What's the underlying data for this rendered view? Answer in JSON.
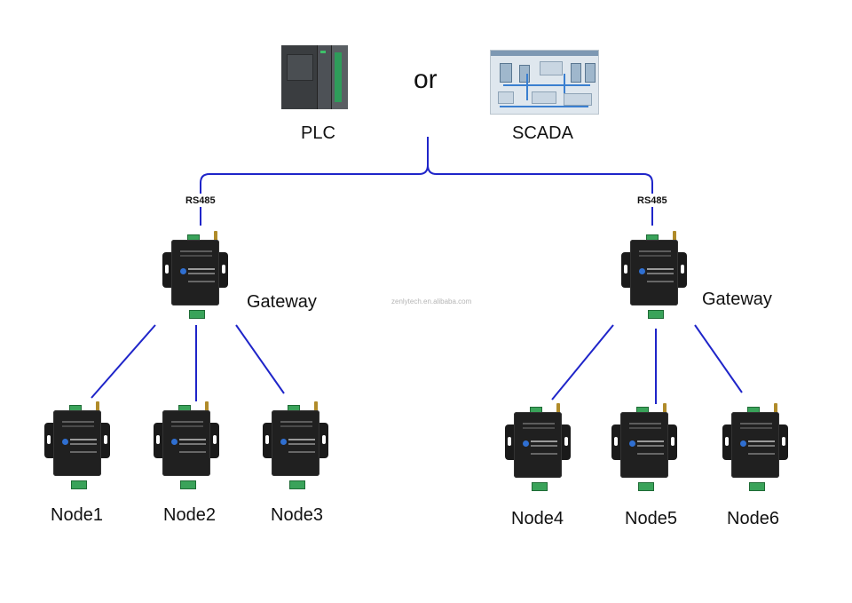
{
  "top": {
    "plc_label": "PLC",
    "or_label": "or",
    "scada_label": "SCADA"
  },
  "bus_labels": {
    "left": "RS485",
    "right": "RS485"
  },
  "gateways": [
    {
      "label": "Gateway"
    },
    {
      "label": "Gateway"
    }
  ],
  "nodes": [
    {
      "label": "Node1"
    },
    {
      "label": "Node2"
    },
    {
      "label": "Node3"
    },
    {
      "label": "Node4"
    },
    {
      "label": "Node5"
    },
    {
      "label": "Node6"
    }
  ],
  "watermark": "zenlytech.en.alibaba.com",
  "colors": {
    "link": "#1f25c9",
    "device": "#1e1e1e",
    "terminal": "#3aa35a",
    "antenna": "#b08b2a"
  }
}
